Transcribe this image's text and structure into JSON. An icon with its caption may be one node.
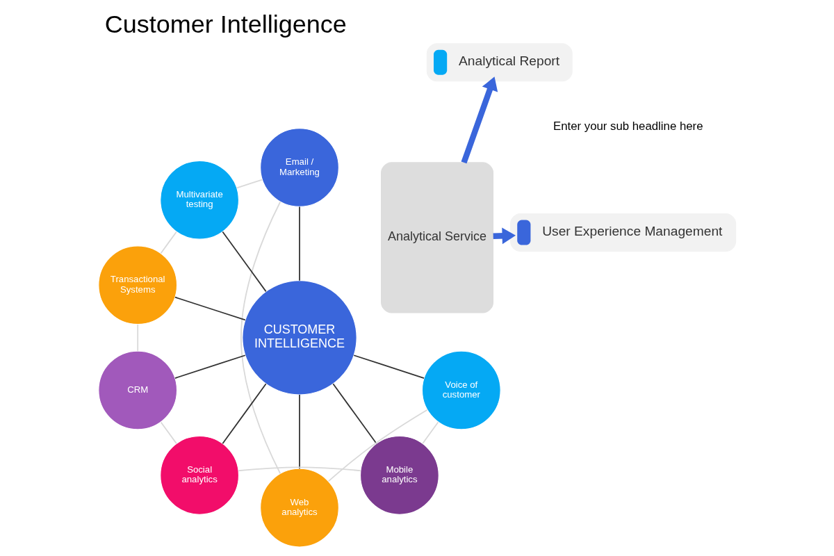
{
  "diagram": {
    "title": "Customer Intelligence",
    "nodes": [
      {
        "text": [
          "User Experience Management"
        ]
      },
      {
        "text": [
          "Analytical Report"
        ]
      },
      {
        "text": [
          "Analytical Service"
        ]
      },
      {
        "text": [
          "Email / Marketing"
        ]
      },
      {
        "text": [
          "Multivariate testing"
        ]
      },
      {
        "text": [
          "Transactional Systems"
        ]
      },
      {
        "text": [
          "CRM"
        ]
      },
      {
        "text": [
          "CUSTOMER INTELLIGENCE"
        ]
      },
      {
        "text": [
          "Social analytics"
        ]
      },
      {
        "text": [
          "Web analytics"
        ]
      },
      {
        "text": [
          "Mobile analytics"
        ]
      },
      {
        "text": [
          "Voice of customer"
        ]
      }
    ],
    "edges": [
      {
        "from": 2,
        "to": 0,
        "arrow": "to",
        "style": "thick",
        "color": "#3a66db"
      },
      {
        "from": 2,
        "to": 1,
        "arrow": "to",
        "style": "thick",
        "color": "#3a66db"
      },
      {
        "from": 7,
        "to": 3,
        "arrow": "none"
      },
      {
        "from": 7,
        "to": 4,
        "arrow": "none"
      },
      {
        "from": 7,
        "to": 5,
        "arrow": "none"
      },
      {
        "from": 7,
        "to": 6,
        "arrow": "none"
      },
      {
        "from": 7,
        "to": 8,
        "arrow": "none"
      },
      {
        "from": 7,
        "to": 10,
        "arrow": "none"
      },
      {
        "from": 7,
        "to": 11,
        "arrow": "none"
      },
      {
        "from": 7,
        "to": 9,
        "arrow": "none"
      },
      {
        "from": 3,
        "to": 4,
        "arrow": "none",
        "color": "#d9d9d9"
      },
      {
        "from": 4,
        "to": 5,
        "arrow": "none",
        "color": "#d9d9d9"
      },
      {
        "from": 5,
        "to": 6,
        "arrow": "none",
        "color": "#d9d9d9"
      },
      {
        "from": 6,
        "to": 8,
        "arrow": "none",
        "color": "#d9d9d9"
      },
      {
        "from": 8,
        "to": 10,
        "arrow": "none",
        "color": "#d9d9d9"
      },
      {
        "from": 10,
        "to": 11,
        "arrow": "none",
        "color": "#d9d9d9"
      },
      {
        "from": 11,
        "to": 9,
        "arrow": "none",
        "color": "#d9d9d9"
      },
      {
        "from": 3,
        "to": 9,
        "arrow": "none",
        "color": "#d9d9d9"
      }
    ],
    "labels": [
      "Enter your sub headline here"
    ]
  }
}
